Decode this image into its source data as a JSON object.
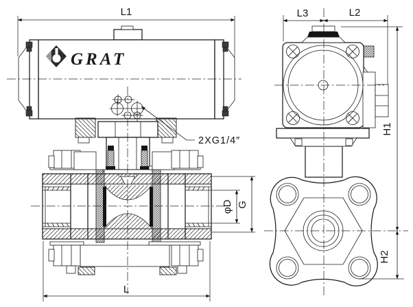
{
  "drawing": {
    "brand": "GRAT",
    "port_note": "2XG1/4″",
    "labels": {
      "l1": "L1",
      "l3": "L3",
      "l2": "L2",
      "h1": "H1",
      "h2": "H2",
      "l": "L",
      "g": "G",
      "phi_d": "φD"
    },
    "colors": {
      "background": "#ffffff",
      "line": "#1b1b1b",
      "indicator_fill": "#111111"
    }
  }
}
